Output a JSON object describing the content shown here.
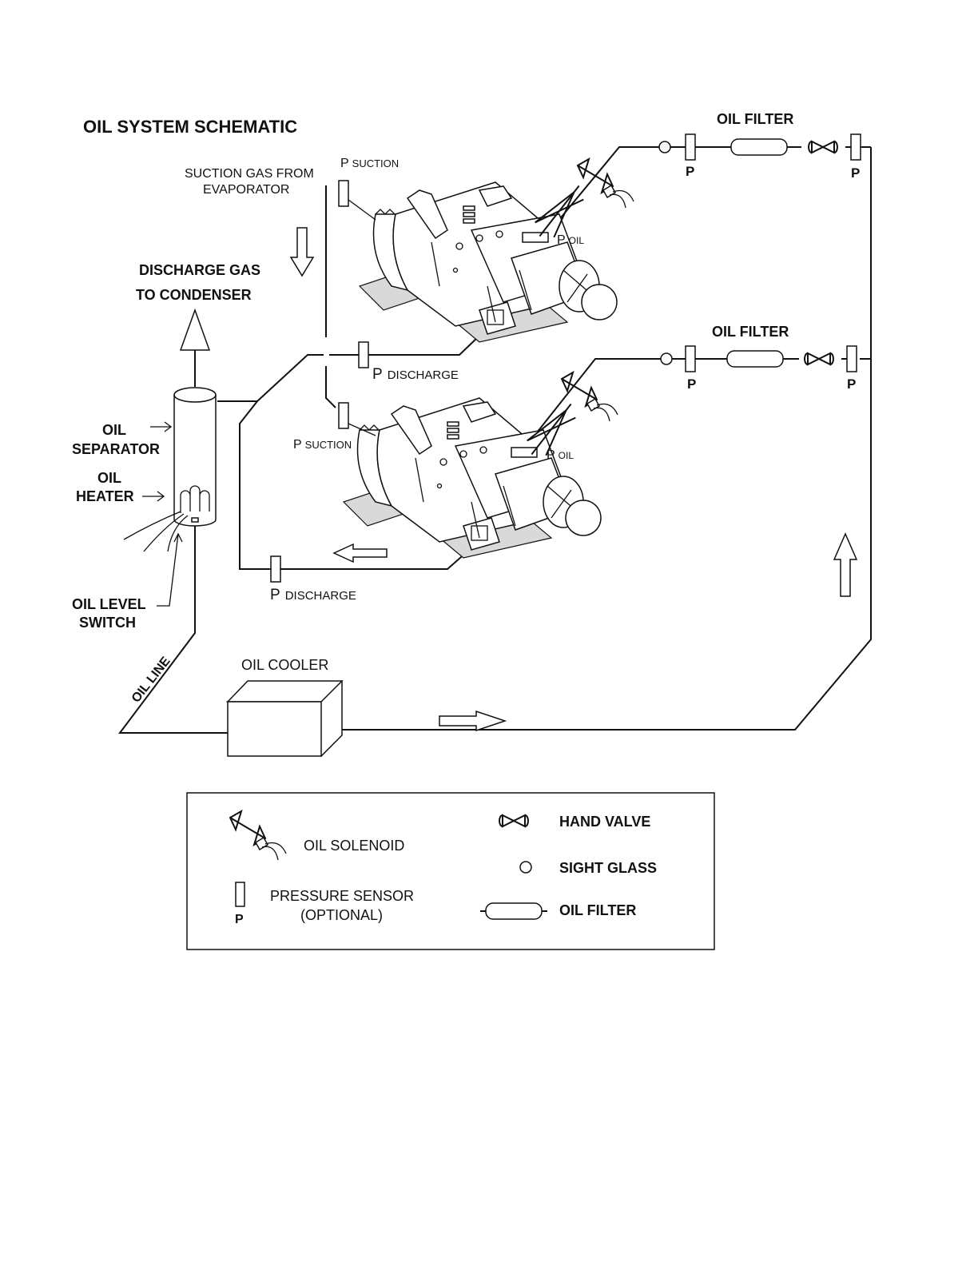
{
  "title": "OIL SYSTEM SCHEMATIC",
  "labels": {
    "suction_gas_line1": "SUCTION GAS FROM",
    "suction_gas_line2": "EVAPORATOR",
    "discharge_gas_line1": "DISCHARGE GAS",
    "discharge_gas_line2": "TO CONDENSER",
    "oil_separator_line1": "OIL",
    "oil_separator_line2": "SEPARATOR",
    "oil_heater_line1": "OIL",
    "oil_heater_line2": "HEATER",
    "oil_level_switch_line1": "OIL LEVEL",
    "oil_level_switch_line2": "SWITCH",
    "oil_line": "OIL LINE",
    "oil_cooler": "OIL COOLER",
    "oil_filter_top": "OIL FILTER",
    "oil_filter_mid": "OIL FILTER",
    "p": "P",
    "suction_sub": "SUCTION",
    "discharge_sub": "DISCHARGE",
    "oil_sub": "OIL"
  },
  "legend": {
    "oil_solenoid": "OIL SOLENOID",
    "pressure_sensor_line1": "PRESSURE SENSOR",
    "pressure_sensor_line2": "(OPTIONAL)",
    "pressure_sensor_symbol": "P",
    "hand_valve": "HAND VALVE",
    "sight_glass": "SIGHT GLASS",
    "oil_filter": "OIL FILTER"
  },
  "icons": {
    "solenoid": "oil-solenoid-icon",
    "hand_valve": "hand-valve-icon",
    "sight_glass": "sight-glass-icon",
    "filter": "oil-filter-icon",
    "pressure_sensor": "pressure-sensor-icon",
    "flow_arrow": "flow-arrow-icon"
  },
  "colors": {
    "line": "#111111",
    "background": "#ffffff",
    "shade": "#d9d9d9"
  }
}
